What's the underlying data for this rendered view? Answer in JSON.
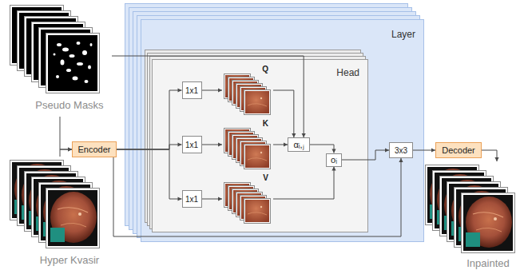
{
  "diagram": {
    "nodes": [
      {
        "text": [
          "Pseudo Masks"
        ]
      },
      {
        "text": [
          "Hyper Kvasir"
        ]
      },
      {
        "text": [
          "Encoder"
        ]
      },
      {
        "text": [
          "Layer"
        ]
      },
      {
        "text": [
          "Head"
        ],
        "in": 3
      },
      {
        "text": [
          "1x1"
        ],
        "in": 4
      },
      {
        "text": [
          "1x1"
        ],
        "in": 4
      },
      {
        "text": [
          "1x1"
        ],
        "in": 4
      },
      {
        "text": [
          "Q"
        ],
        "in": 4
      },
      {
        "text": [
          "K"
        ],
        "in": 4
      },
      {
        "text": [
          "V"
        ],
        "in": 4
      },
      {
        "text": [
          "αᵢ,ⱼ"
        ],
        "in": 4
      },
      {
        "text": [
          "oᵢ"
        ],
        "in": 4
      },
      {
        "text": [
          "3x3"
        ],
        "in": 3
      },
      {
        "text": [
          "Decoder"
        ]
      },
      {
        "text": [
          "Inpainted"
        ]
      }
    ],
    "edges": [
      {
        "from": 0,
        "to": 2,
        "arrow": "to"
      },
      {
        "from": 1,
        "to": 2,
        "arrow": "to"
      },
      {
        "from": 0,
        "to": 11,
        "arrow": "to"
      },
      {
        "from": 2,
        "to": 5,
        "arrow": "to"
      },
      {
        "from": 2,
        "to": 6,
        "arrow": "to"
      },
      {
        "from": 2,
        "to": 7,
        "arrow": "to"
      },
      {
        "from": 5,
        "to": 8,
        "arrow": "to"
      },
      {
        "from": 6,
        "to": 9,
        "arrow": "to"
      },
      {
        "from": 7,
        "to": 10,
        "arrow": "to"
      },
      {
        "from": 8,
        "to": 11,
        "arrow": "to"
      },
      {
        "from": 9,
        "to": 11,
        "arrow": "to"
      },
      {
        "from": 11,
        "to": 12,
        "arrow": "to"
      },
      {
        "from": 10,
        "to": 12,
        "arrow": "to"
      },
      {
        "from": 12,
        "to": 13,
        "arrow": "to"
      },
      {
        "from": 13,
        "to": 14,
        "arrow": "to"
      },
      {
        "from": 14,
        "to": 15,
        "arrow": "to"
      },
      {
        "from": 2,
        "to": 13,
        "arrow": "to"
      }
    ]
  }
}
